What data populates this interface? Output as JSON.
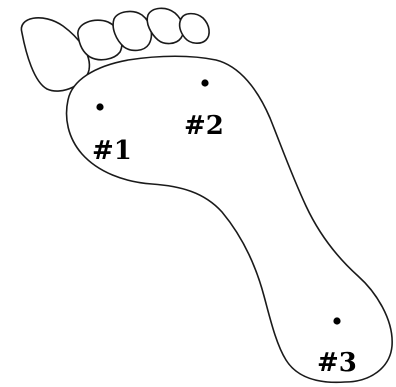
{
  "diagram": {
    "points": [
      {
        "id": "point-1",
        "label": "#1"
      },
      {
        "id": "point-2",
        "label": "#2"
      },
      {
        "id": "point-3",
        "label": "#3"
      }
    ]
  },
  "colors": {
    "outline": "#1a1a1a",
    "dot": "#000000",
    "label": "#000000",
    "background": "#ffffff"
  }
}
